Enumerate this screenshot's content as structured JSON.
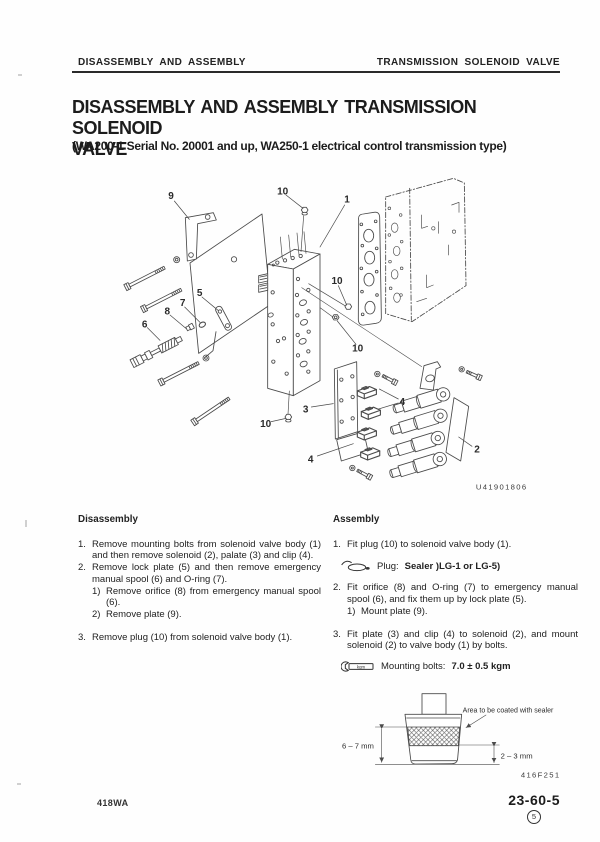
{
  "header": {
    "left": "DISASSEMBLY  AND  ASSEMBLY",
    "right": "TRANSMISSION  SOLENOID  VALVE"
  },
  "title": {
    "line1": "DISASSEMBLY  AND  ASSEMBLY  TRANSMISSION  SOLENOID",
    "line2": "VALVE",
    "subtitle": "(WA200-1 Serial No. 20001 and up, WA250-1 electrical control transmission type)"
  },
  "figure": {
    "code": "U41901806",
    "callouts": [
      {
        "label": "9"
      },
      {
        "label": "10"
      },
      {
        "label": "1"
      },
      {
        "label": "10"
      },
      {
        "label": "10"
      },
      {
        "label": "5"
      },
      {
        "label": "7"
      },
      {
        "label": "8"
      },
      {
        "label": "6"
      },
      {
        "label": "3"
      },
      {
        "label": "4"
      },
      {
        "label": "4"
      },
      {
        "label": "2"
      },
      {
        "label": "10"
      }
    ]
  },
  "disassembly": {
    "heading": "Disassembly",
    "steps": [
      {
        "num": "1.",
        "text": "Remove mounting bolts from solenoid valve body (1) and then remove solenoid (2), palate (3) and clip (4)."
      },
      {
        "num": "2.",
        "text": "Remove lock plate (5) and then remove emergency manual spool (6) and O-ring (7)."
      },
      {
        "num": "1)",
        "text": "Remove orifice (8) from emergency manual spool (6)."
      },
      {
        "num": "2)",
        "text": "Remove plate (9)."
      },
      {
        "num": "3.",
        "text": "Remove plug (10) from solenoid valve body (1)."
      }
    ]
  },
  "assembly": {
    "heading": "Assembly",
    "steps": [
      {
        "num": "1.",
        "text": "Fit plug (10) to solenoid valve body (1)."
      },
      {
        "num": "2.",
        "text": "Fit orifice (8) and O-ring (7) to emergency manual spool (6), and fix them up by lock plate (5)."
      },
      {
        "num": "1)",
        "text": "Mount plate (9)."
      },
      {
        "num": "3.",
        "text": "Fit plate (3) and clip (4) to solenoid (2), and mount solenoid (2) to valve body (1) by bolts."
      }
    ],
    "sealer_note": {
      "label": "Plug:",
      "value": "Sealer )LG-1 or LG-5)"
    },
    "torque_note": {
      "label": "Mounting bolts:",
      "value": "7.0 ± 0.5 kgm",
      "icon_text": "kgm"
    }
  },
  "sealer_figure": {
    "label": "Area to be coated with sealer",
    "dim_left": "6 – 7 mm",
    "dim_right": "2 – 3 mm",
    "code": "416F251"
  },
  "footer": {
    "left": "418WA",
    "page": "23-60-5",
    "sheet": "5"
  },
  "colors": {
    "ink": "#1f1f1f",
    "line": "#4b4b4b"
  }
}
